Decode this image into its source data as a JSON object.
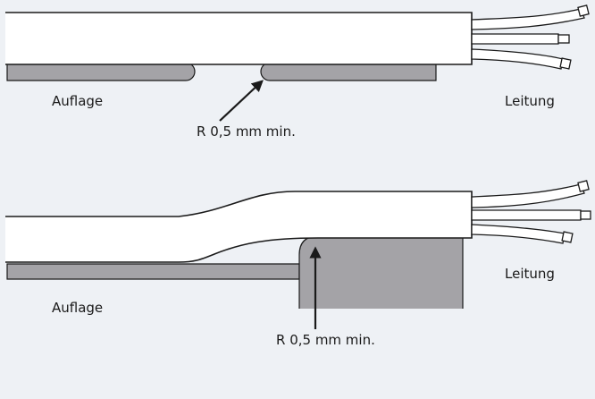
{
  "colors": {
    "background": "#eef1f5",
    "support": "#a4a3a7",
    "cable": "#ffffff",
    "outline": "#1a1a1a"
  },
  "top_diagram": {
    "support_label": "Auflage",
    "cable_label": "Leitung",
    "radius_label": "R 0,5 mm min."
  },
  "bottom_diagram": {
    "support_label": "Auflage",
    "cable_label": "Leitung",
    "radius_label": "R 0,5 mm min."
  }
}
